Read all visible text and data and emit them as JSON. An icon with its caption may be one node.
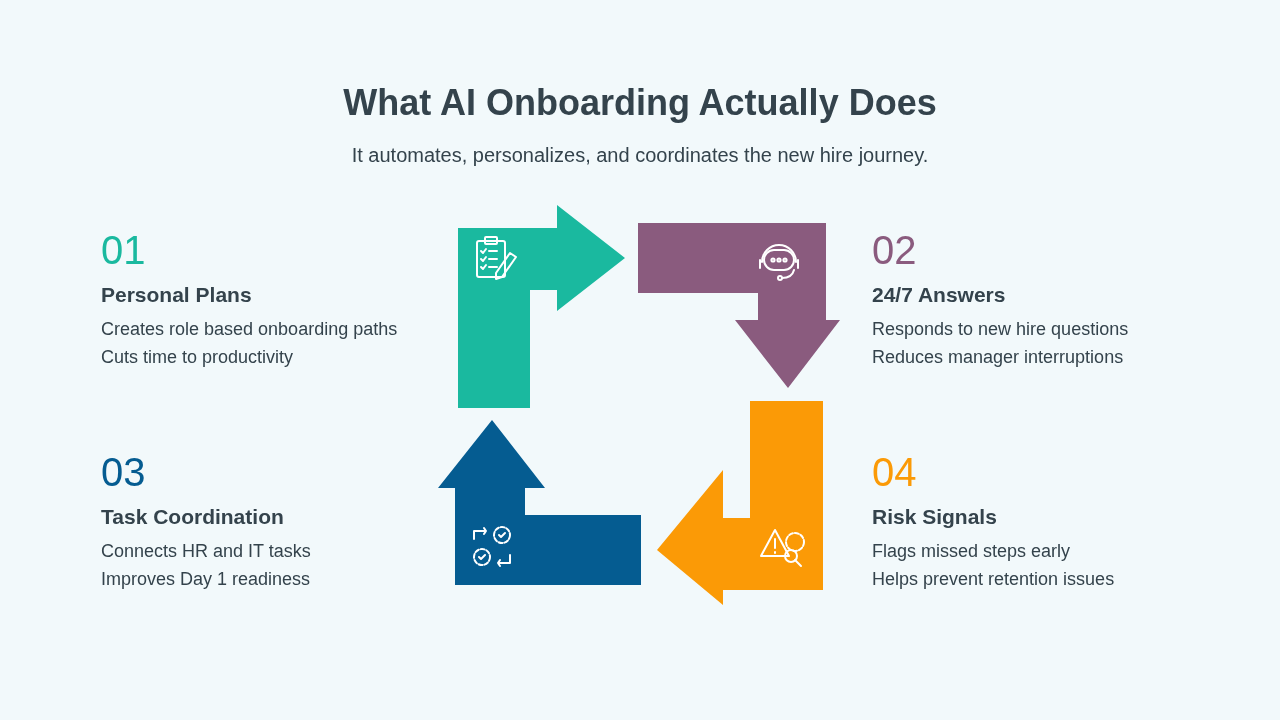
{
  "diagram": {
    "title": "What AI Onboarding Actually Does",
    "labels": [
      "It automates, personalizes, and coordinates the new hire journey.",
      "01",
      "Personal Plans",
      "Creates role based onboarding paths",
      "Cuts time to productivity",
      "02",
      "24/7 Answers",
      "Responds to new hire questions",
      "Reduces manager interruptions",
      "03",
      "Task Coordination",
      "Connects HR and IT tasks",
      "Improves Day 1 readiness",
      "04",
      "Risk Signals",
      "Flags missed steps early",
      "Helps prevent retention issues"
    ]
  }
}
